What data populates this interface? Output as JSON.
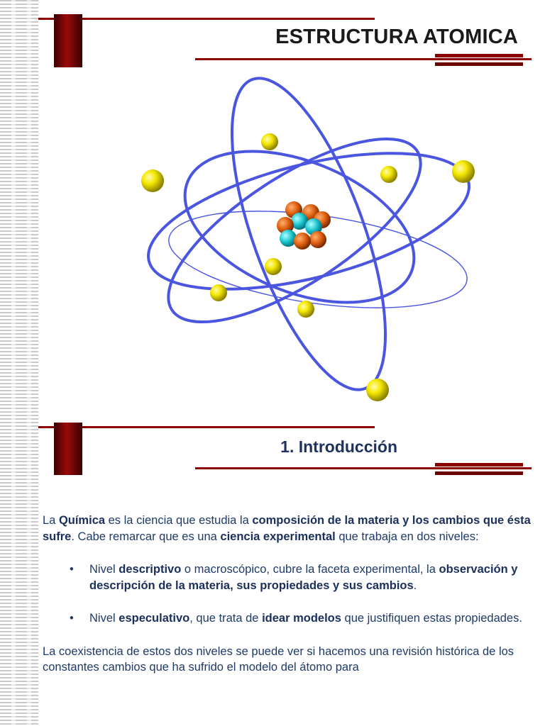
{
  "slide1": {
    "title": "ESTRUCTURA ATOMICA",
    "image_alt": "atom-model"
  },
  "slide2": {
    "heading": "1. Introducción",
    "intro": {
      "t1": "La ",
      "b1": "Química",
      "t2": " es la ciencia que estudia la ",
      "b2": "composición de la materia y los cambios que ésta sufre",
      "t3": ". Cabe remarcar que es una ",
      "b3": "ciencia experimental",
      "t4": " que trabaja en dos niveles:"
    },
    "bullets": [
      {
        "t1": "Nivel ",
        "b1": "descriptivo",
        "t2": " o macroscópico, cubre la faceta experimental, la ",
        "b2": "observación y descripción de la materia, sus propiedades y sus cambios",
        "t3": "."
      },
      {
        "t1": "Nivel ",
        "b1": "especulativo",
        "t2": ", que trata de ",
        "b2": "idear modelos",
        "t3": " que justifiquen estas propiedades."
      }
    ],
    "closing": "La coexistencia de estos dos niveles se puede ver si hacemos una revisión histórica de los constantes cambios que ha sufrido el modelo del átomo para"
  },
  "colors": {
    "accent_dark_red": "#8b0000",
    "text_navy": "#1e3a66",
    "orbit_blue": "#4a55e0",
    "electron_yellow": "#f0e000",
    "proton_orange": "#e06010",
    "neutron_cyan": "#20c8d0"
  }
}
